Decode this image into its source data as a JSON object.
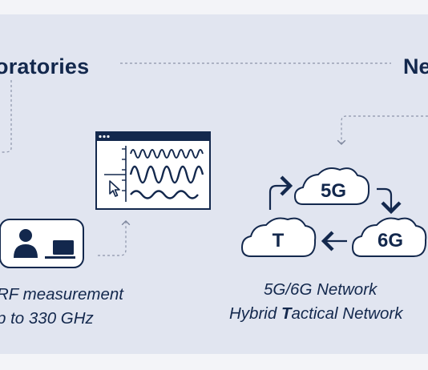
{
  "labs_title": "oratories",
  "net_title": "Ne",
  "lab_caption_line1": "RF measurement",
  "lab_caption_line2": "p to 330 GHz",
  "net_caption_line1": "5G/6G Network",
  "net_caption_line2_pre": "Hybrid ",
  "net_caption_line2_bold": "T",
  "net_caption_line2_post": "actical Network",
  "clouds": {
    "top": "5G",
    "right": "6G",
    "left": "T"
  },
  "colors": {
    "navy": "#13284d",
    "panel": "#e1e5f0",
    "background": "#f3f4f8"
  },
  "icons": [
    "user-icon",
    "laptop-icon",
    "signal-monitor-icon",
    "cursor-icon",
    "cloud-icon"
  ]
}
